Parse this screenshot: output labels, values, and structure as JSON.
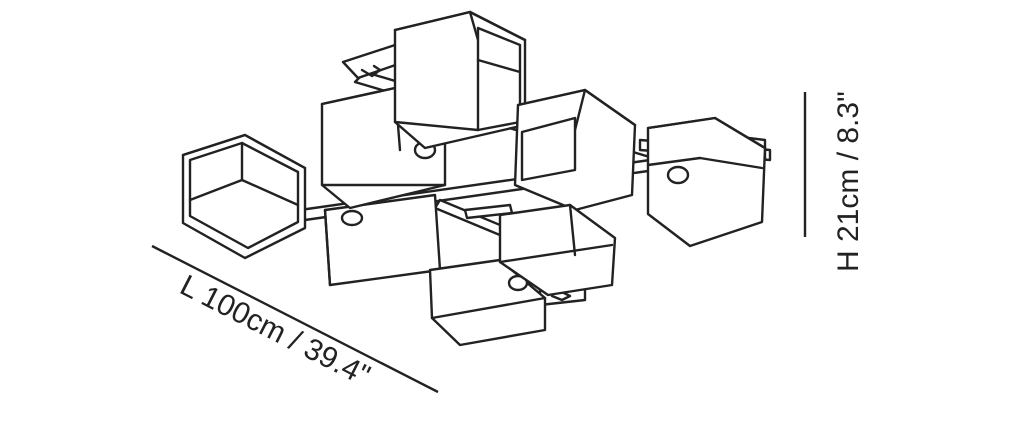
{
  "dimensions": {
    "length_label": "L 100cm / 39.4\"",
    "height_label": "H 21cm / 8.3\""
  },
  "colors": {
    "stroke": "#222222",
    "background": "#ffffff"
  },
  "fixture": {
    "shade_count": 9,
    "shade_style": "open cube",
    "icon": "ceiling-light-line-drawing"
  }
}
